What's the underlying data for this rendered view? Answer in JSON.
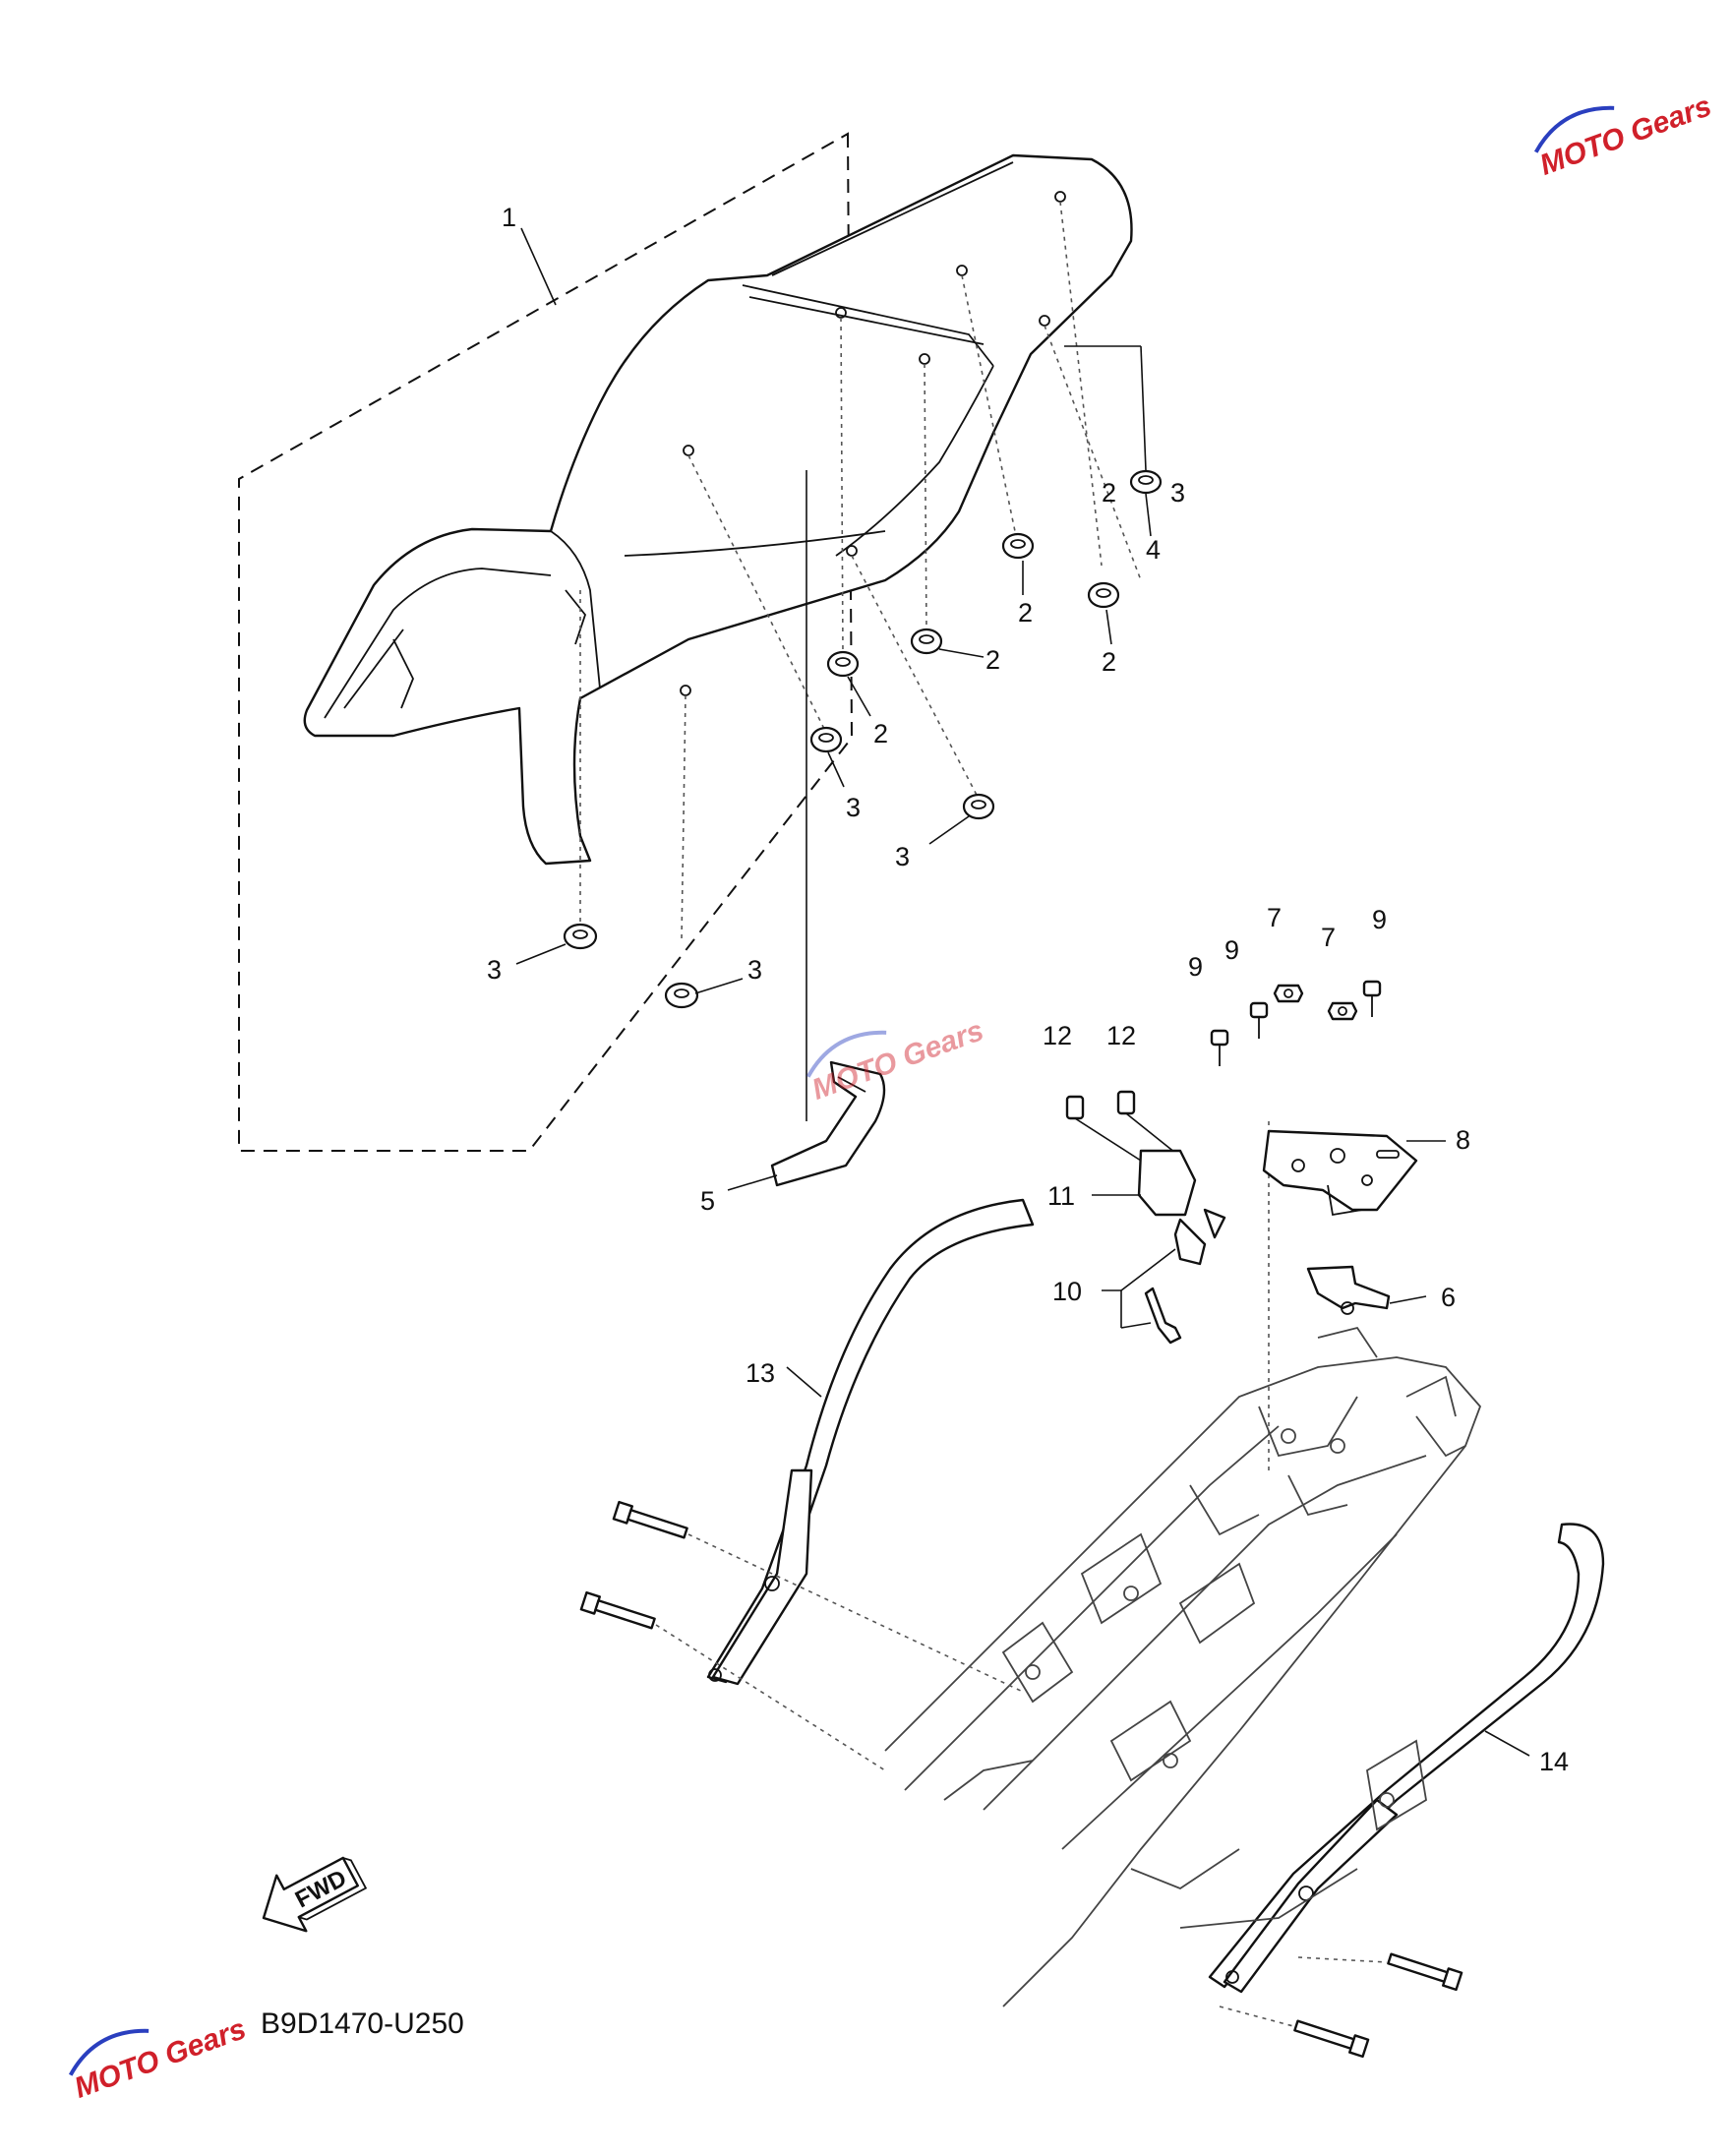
{
  "diagram_code": "B9D1470-U250",
  "fwd_text": "FWD",
  "callouts": [
    "1",
    "2",
    "2",
    "2",
    "2",
    "2",
    "3",
    "3",
    "3",
    "3",
    "3",
    "4",
    "5",
    "6",
    "7",
    "7",
    "8",
    "9",
    "9",
    "9",
    "10",
    "11",
    "12",
    "12",
    "13",
    "14"
  ],
  "watermark": "MOTO Gears",
  "colors": {
    "ink": "#111111",
    "watermark_red": "#d0202a",
    "watermark_blue": "#2a3fbf"
  }
}
